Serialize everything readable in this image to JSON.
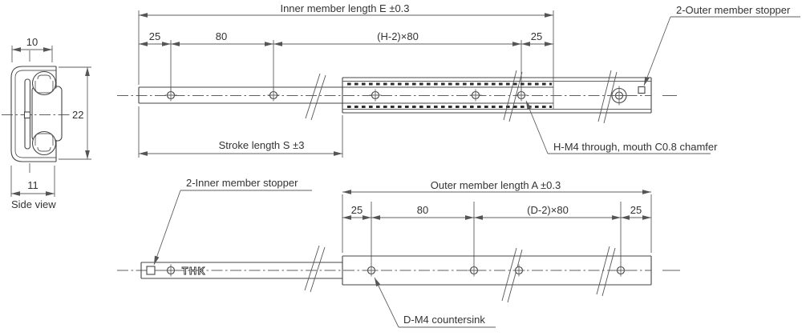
{
  "colors": {
    "line": "#454545",
    "dim": "#5f5f5f",
    "text": "#333333",
    "background": "#ffffff"
  },
  "side_view": {
    "caption": "Side view",
    "dim_width_top": "10",
    "dim_height": "22",
    "dim_width_bottom": "11"
  },
  "top_drawing": {
    "dim_total": "Inner member length E ±0.3",
    "dim_left_margin": "25",
    "dim_pitch_first": "80",
    "dim_pitch_series": "(H-2)×80",
    "dim_right_margin": "25",
    "dim_stroke": "Stroke length S ±3",
    "label_stopper": "2-Outer member stopper",
    "label_holes": "H-M4 through, mouth C0.8 chamfer"
  },
  "bottom_drawing": {
    "dim_total": "Outer member length A ±0.3",
    "dim_left_margin": "25",
    "dim_pitch_first": "80",
    "dim_pitch_series": "(D-2)×80",
    "dim_right_margin": "25",
    "label_stopper": "2-Inner member stopper",
    "label_holes": "D-M4 countersink",
    "brand": "THK"
  }
}
